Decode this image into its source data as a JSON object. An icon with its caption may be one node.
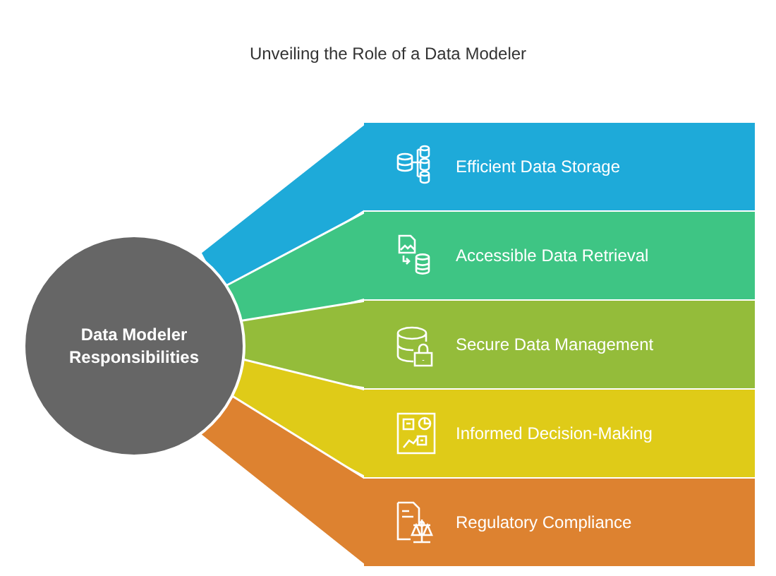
{
  "diagram": {
    "title": "Unveiling the Role of a Data Modeler",
    "nodes": [
      {
        "text": [
          "Data Modeler Responsibilities"
        ]
      },
      {
        "text": [
          "Efficient Data Storage"
        ]
      },
      {
        "text": [
          "Accessible Data Retrieval"
        ]
      },
      {
        "text": [
          "Secure Data Management"
        ]
      },
      {
        "text": [
          "Informed Decision-Making"
        ]
      },
      {
        "text": [
          "Regulatory Compliance"
        ]
      }
    ],
    "edges": []
  }
}
